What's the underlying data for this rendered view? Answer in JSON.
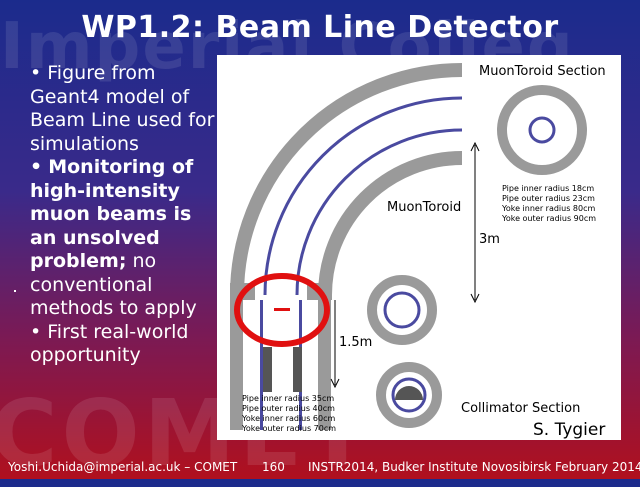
{
  "slide": {
    "title": "WP1.2: Beam Line Detector",
    "watermark_top": "Imperial Colleg",
    "watermark_bottom": "COMET"
  },
  "bullets": [
    {
      "marker": "•",
      "text": "Figure from Geant4 model of Beam Line used for simulations"
    },
    {
      "marker": "•",
      "bold": "Monitoring of high-intensity muon beams is an unsolved problem;",
      "text": " no conventional methods to apply"
    },
    {
      "marker": "•",
      "text": "First real-world opportunity"
    }
  ],
  "figure": {
    "muon_toroid_section_label": "MuonToroid Section",
    "muon_toroid_label": "MuonToroid",
    "collimator_section_label": "Collimator Section",
    "dimension_3m": "3m",
    "dimension_1_5m": "1.5m",
    "author": "S. Tygier",
    "toroid_specs": [
      "Pipe inner radius 18cm",
      "Pipe outer radius 23cm",
      "Yoke inner radius 80cm",
      "Yoke outer radius 90cm"
    ],
    "collimator_specs": [
      "Pipe inner radius 35cm",
      "Pipe outer radius 40cm",
      "Yoke inner radius 60cm",
      "Yoke outer radius 70cm"
    ],
    "colors": {
      "yoke": "#9a9a9a",
      "pipe": "#4a4aa0",
      "highlight": "#e01010",
      "collimator_block": "#555555"
    }
  },
  "footer": {
    "email": "Yoshi.Uchida@imperial.ac.uk – COMET",
    "page": "160",
    "event": "INSTR2014, Budker Institute Novosibirsk February 2014"
  }
}
